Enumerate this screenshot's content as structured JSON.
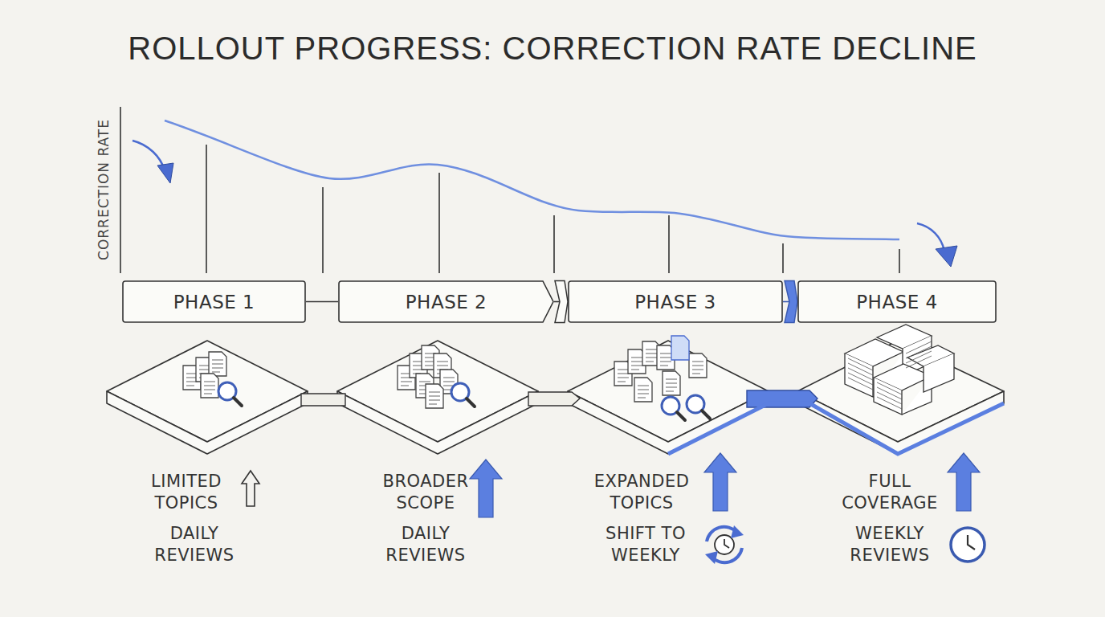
{
  "diagram": {
    "title": "ROLLOUT PROGRESS: CORRECTION RATE DECLINE",
    "nodes": [
      {
        "text": [
          "PHASE 1"
        ]
      },
      {
        "text": [
          "PHASE 2"
        ]
      },
      {
        "text": [
          "PHASE 3"
        ]
      },
      {
        "text": [
          "PHASE 4"
        ]
      }
    ],
    "edges": [
      {
        "from": 0,
        "to": 1,
        "arrow": "none"
      },
      {
        "from": 1,
        "to": 2,
        "arrow": "to"
      },
      {
        "from": 2,
        "to": 3,
        "arrow": "to"
      }
    ],
    "labels": [
      "CORRECTION RATE",
      "LIMITED TOPICS",
      "DAILY REVIEWS",
      "BROADER SCOPE",
      "DAILY REVIEWS",
      "EXPANDED TOPICS",
      "SHIFT TO WEEKLY",
      "FULL COVERAGE",
      "WEEKLY REVIEWS"
    ]
  }
}
